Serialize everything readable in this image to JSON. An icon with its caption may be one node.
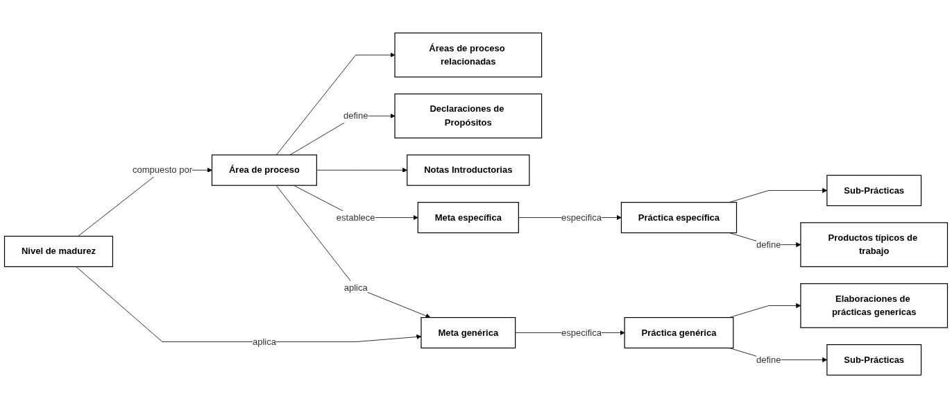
{
  "diagram": {
    "nodes": [
      {
        "text": [
          "Áreas de proceso relacionadas"
        ]
      },
      {
        "text": [
          "Declaraciones de Propósitos"
        ]
      },
      {
        "text": [
          "Notas Introductorias"
        ]
      },
      {
        "text": [
          "Sub-Prácticas"
        ]
      },
      {
        "text": [
          "Meta específica"
        ]
      },
      {
        "text": [
          "Práctica específica"
        ]
      },
      {
        "text": [
          "Productos típicos de trabajo"
        ]
      },
      {
        "text": [
          "Nivel de madurez"
        ]
      },
      {
        "text": [
          "Área de proceso"
        ]
      },
      {
        "text": [
          "Elaboraciones de prácticas genericas"
        ]
      },
      {
        "text": [
          "Meta genérica"
        ]
      },
      {
        "text": [
          "Práctica genérica"
        ]
      },
      {
        "text": [
          "Sub-Prácticas"
        ]
      }
    ],
    "edges": [
      {
        "from": 8,
        "to": 0,
        "arrow": "to"
      },
      {
        "from": 8,
        "to": 1,
        "arrow": "to",
        "label": "define"
      },
      {
        "from": 8,
        "to": 2,
        "arrow": "to"
      },
      {
        "from": 4,
        "to": 5,
        "arrow": "to",
        "label": "especifica"
      },
      {
        "from": 5,
        "to": 3,
        "arrow": "to"
      },
      {
        "from": 8,
        "to": 4,
        "arrow": "to",
        "label": "establece"
      },
      {
        "from": 5,
        "to": 6,
        "arrow": "to",
        "label": "define"
      },
      {
        "from": 7,
        "to": 8,
        "arrow": "to",
        "label": "compuesto por"
      },
      {
        "from": 8,
        "to": 10,
        "arrow": "to",
        "label": "aplica"
      },
      {
        "from": 10,
        "to": 11,
        "arrow": "to",
        "label": "especifica"
      },
      {
        "from": 11,
        "to": 9,
        "arrow": "to"
      },
      {
        "from": 7,
        "to": 10,
        "arrow": "to",
        "label": "aplica"
      },
      {
        "from": 11,
        "to": 12,
        "arrow": "to",
        "label": "define"
      }
    ]
  }
}
